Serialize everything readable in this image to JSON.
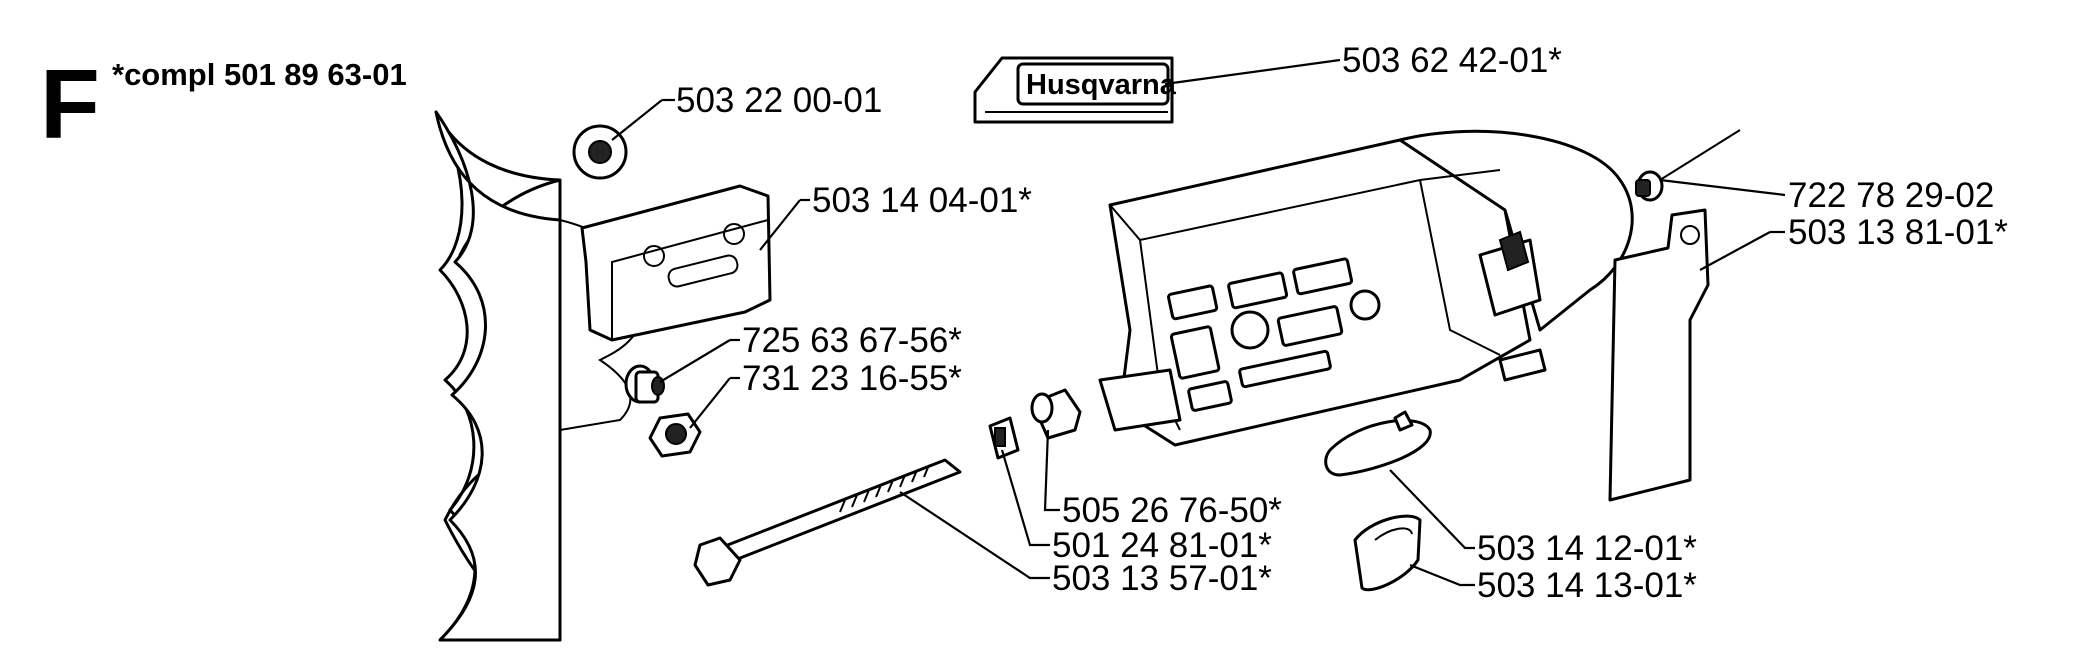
{
  "diagram": {
    "section_letter": "F",
    "kit_label": "*compl 501 89 63-01",
    "brand_text": "Husqvarna",
    "callouts": [
      {
        "id": "sprocket-nut",
        "label": "503 22 00-01"
      },
      {
        "id": "plate",
        "label": "503 14 04-01*"
      },
      {
        "id": "washer",
        "label": "725 63 67-56*"
      },
      {
        "id": "nut",
        "label": "731 23 16-55*"
      },
      {
        "id": "decal",
        "label": "503 62 42-01*"
      },
      {
        "id": "pin",
        "label": "722 78 29-02"
      },
      {
        "id": "guard",
        "label": "503 13 81-01*"
      },
      {
        "id": "tensioner-pin",
        "label": "505 26 76-50*"
      },
      {
        "id": "tensioner-washer",
        "label": "501 24 81-01*"
      },
      {
        "id": "tensioner-screw",
        "label": "503 13 57-01*"
      },
      {
        "id": "chain-catcher-upper",
        "label": "503 14 12-01*"
      },
      {
        "id": "chain-catcher-lower",
        "label": "503 14 13-01*"
      }
    ]
  }
}
